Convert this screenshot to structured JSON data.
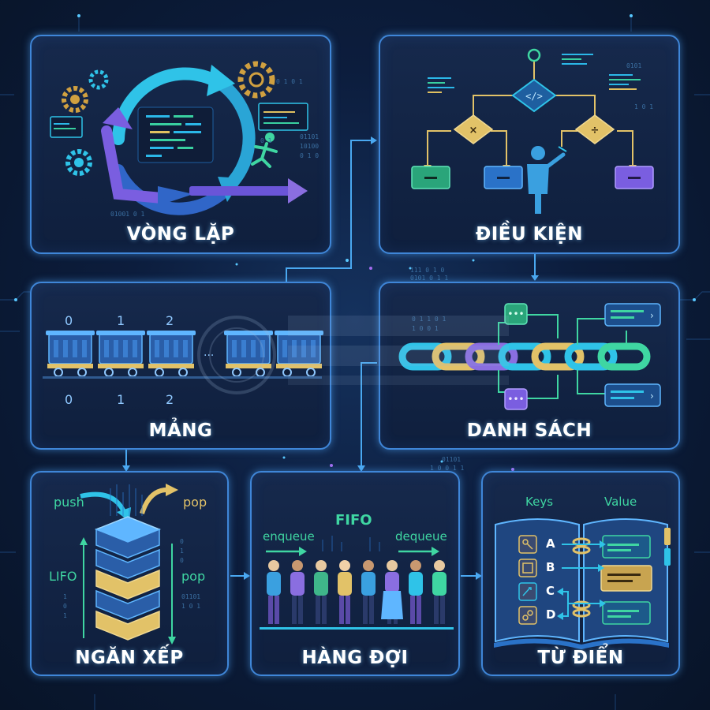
{
  "colors": {
    "background": "#0c1d3d",
    "panel_border": "#3f86d8",
    "cyan": "#2fc3e8",
    "green": "#3fd6a2",
    "purple": "#8a6ee0",
    "gold": "#e2c268",
    "connector": "#4aa8f0"
  },
  "panels": {
    "loop": {
      "title": "VÒNG LẶP"
    },
    "conditional": {
      "title": "ĐIỀU KIỆN"
    },
    "array": {
      "title": "MẢNG",
      "top_indices": [
        "0",
        "1",
        "2"
      ],
      "bottom_indices": [
        "0",
        "1",
        "2"
      ],
      "ellipsis": "..."
    },
    "linked_list": {
      "title": "DANH SÁCH"
    },
    "stack": {
      "title": "NGĂN XẾP",
      "push_label": "push",
      "pop_label_top": "pop",
      "pop_label_side": "pop",
      "lifo_label": "LIFO"
    },
    "queue": {
      "title": "HÀNG ĐỢI",
      "fifo_label": "FIFO",
      "enqueue_label": "enqueue",
      "dequeue_label": "dequeue"
    },
    "dictionary": {
      "title": "TỪ ĐIỂN",
      "keys_header": "Keys",
      "value_header": "Value",
      "keys": [
        "A",
        "B",
        "C",
        "D"
      ]
    }
  },
  "icons": [
    "gear-icon",
    "running-person-icon",
    "code-window-icon",
    "decision-diamond-icon",
    "person-icon",
    "train-car-icon",
    "chain-link-icon",
    "key-icon",
    "book-icon"
  ]
}
